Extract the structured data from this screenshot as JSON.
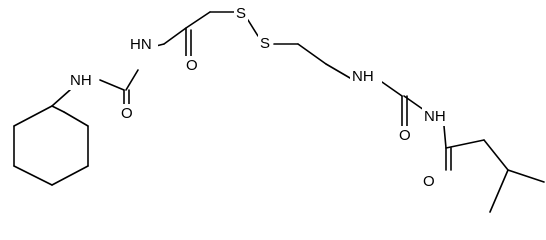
{
  "molecule": {
    "atoms": {
      "nh_cyclohexyl": "NH",
      "o_urea_left": "O",
      "nh_urea_top": "HN",
      "o_amide_top": "O",
      "s_top": "S",
      "s_bottom": "S",
      "nh_right": "NH",
      "o_urea_right": "O",
      "nh_acyl": "NH",
      "o_acyl": "O"
    }
  }
}
